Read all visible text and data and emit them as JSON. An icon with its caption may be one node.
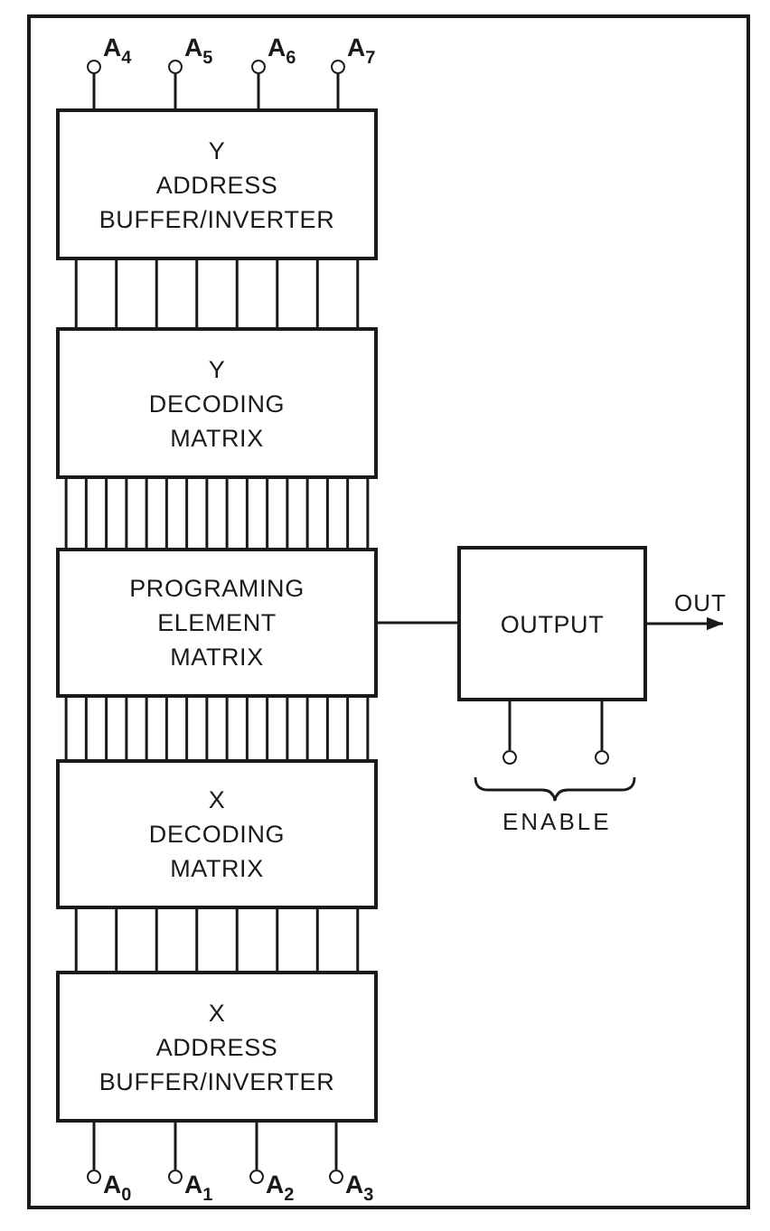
{
  "diagram": {
    "nodes": [
      {
        "text": [
          "A$_{4}$"
        ]
      },
      {
        "text": [
          "A$_{5}$"
        ]
      },
      {
        "text": [
          "A$_{6}$"
        ]
      },
      {
        "text": [
          "A$_{7}$"
        ]
      },
      {
        "text": [
          "Y",
          "ADDRESS BUFFER/INVERTER"
        ]
      },
      {
        "text": [
          "Y",
          "DECODING MATRIX"
        ]
      },
      {
        "text": [
          "PROGRAMING ELEMENT MATRIX"
        ]
      },
      {
        "text": [
          "OUTPUT"
        ]
      },
      {
        "text": [
          "X",
          "DECODING MATRIX"
        ]
      },
      {
        "text": [
          "X",
          "ADDRESS BUFFER/INVERTER"
        ]
      },
      {
        "text": [],
        "shape": "circle"
      },
      {
        "text": [],
        "shape": "circle"
      },
      {
        "text": [
          "A$_{0}$"
        ]
      },
      {
        "text": [
          "A$_{1}$"
        ]
      },
      {
        "text": [
          "A$_{2}$"
        ]
      },
      {
        "text": [
          "A$_{3}$"
        ]
      }
    ],
    "edges": [
      {
        "from": 0,
        "to": 4,
        "arrow": "none"
      },
      {
        "from": 1,
        "to": 4,
        "arrow": "none"
      },
      {
        "from": 2,
        "to": 4,
        "arrow": "none"
      },
      {
        "from": 3,
        "to": 4,
        "arrow": "none"
      },
      {
        "from": 4,
        "to": 5,
        "arrow": "none"
      },
      {
        "from": 4,
        "to": 5,
        "arrow": "none"
      },
      {
        "from": 4,
        "to": 5,
        "arrow": "none"
      },
      {
        "from": 4,
        "to": 5,
        "arrow": "none"
      },
      {
        "from": 4,
        "to": 5,
        "arrow": "none"
      },
      {
        "from": 4,
        "to": 5,
        "arrow": "none"
      },
      {
        "from": 4,
        "to": 5,
        "arrow": "none"
      },
      {
        "from": 4,
        "to": 5,
        "arrow": "none"
      },
      {
        "from": 5,
        "to": 6,
        "arrow": "none"
      },
      {
        "from": 5,
        "to": 6,
        "arrow": "none"
      },
      {
        "from": 5,
        "to": 6,
        "arrow": "none"
      },
      {
        "from": 5,
        "to": 6,
        "arrow": "none"
      },
      {
        "from": 5,
        "to": 6,
        "arrow": "none"
      },
      {
        "from": 5,
        "to": 6,
        "arrow": "none"
      },
      {
        "from": 5,
        "to": 6,
        "arrow": "none"
      },
      {
        "from": 5,
        "to": 6,
        "arrow": "none"
      },
      {
        "from": 5,
        "to": 6,
        "arrow": "none"
      },
      {
        "from": 5,
        "to": 6,
        "arrow": "none"
      },
      {
        "from": 5,
        "to": 6,
        "arrow": "none"
      },
      {
        "from": 5,
        "to": 6,
        "arrow": "none"
      },
      {
        "from": 5,
        "to": 6,
        "arrow": "none"
      },
      {
        "from": 5,
        "to": 6,
        "arrow": "none"
      },
      {
        "from": 5,
        "to": 6,
        "arrow": "none"
      },
      {
        "from": 5,
        "to": 6,
        "arrow": "none"
      },
      {
        "from": 6,
        "to": 8,
        "arrow": "none"
      },
      {
        "from": 6,
        "to": 8,
        "arrow": "none"
      },
      {
        "from": 6,
        "to": 8,
        "arrow": "none"
      },
      {
        "from": 6,
        "to": 8,
        "arrow": "none"
      },
      {
        "from": 6,
        "to": 8,
        "arrow": "none"
      },
      {
        "from": 6,
        "to": 8,
        "arrow": "none"
      },
      {
        "from": 6,
        "to": 8,
        "arrow": "none"
      },
      {
        "from": 6,
        "to": 8,
        "arrow": "none"
      },
      {
        "from": 6,
        "to": 8,
        "arrow": "none"
      },
      {
        "from": 6,
        "to": 8,
        "arrow": "none"
      },
      {
        "from": 6,
        "to": 8,
        "arrow": "none"
      },
      {
        "from": 6,
        "to": 8,
        "arrow": "none"
      },
      {
        "from": 6,
        "to": 8,
        "arrow": "none"
      },
      {
        "from": 6,
        "to": 8,
        "arrow": "none"
      },
      {
        "from": 6,
        "to": 8,
        "arrow": "none"
      },
      {
        "from": 6,
        "to": 8,
        "arrow": "none"
      },
      {
        "from": 8,
        "to": 9,
        "arrow": "none"
      },
      {
        "from": 8,
        "to": 9,
        "arrow": "none"
      },
      {
        "from": 8,
        "to": 9,
        "arrow": "none"
      },
      {
        "from": 8,
        "to": 9,
        "arrow": "none"
      },
      {
        "from": 8,
        "to": 9,
        "arrow": "none"
      },
      {
        "from": 8,
        "to": 9,
        "arrow": "none"
      },
      {
        "from": 8,
        "to": 9,
        "arrow": "none"
      },
      {
        "from": 8,
        "to": 9,
        "arrow": "none"
      },
      {
        "from": 6,
        "to": 7,
        "arrow": "none"
      },
      {
        "from": 7,
        "to": null,
        "arrow": "to",
        "label": "OUT"
      },
      {
        "from": 7,
        "to": 10,
        "arrow": "none"
      },
      {
        "from": 7,
        "to": 11,
        "arrow": "none"
      },
      {
        "from": 9,
        "to": 12,
        "arrow": "none"
      },
      {
        "from": 9,
        "to": 13,
        "arrow": "none"
      },
      {
        "from": 9,
        "to": 14,
        "arrow": "none"
      },
      {
        "from": 9,
        "to": 15,
        "arrow": "none"
      }
    ],
    "labels": [
      "ENABLE"
    ]
  }
}
